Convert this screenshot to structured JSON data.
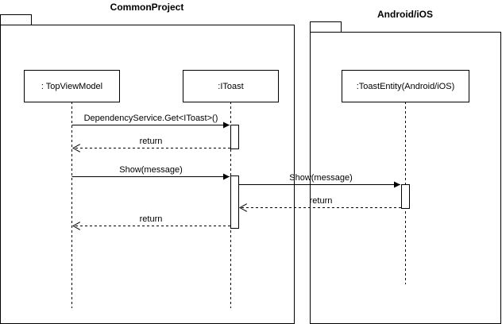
{
  "packages": [
    {
      "id": "common",
      "title": "CommonProject"
    },
    {
      "id": "platform",
      "title": "Android/iOS"
    }
  ],
  "participants": [
    {
      "id": "vm",
      "label": ": TopViewModel"
    },
    {
      "id": "itoast",
      "label": ":IToast"
    },
    {
      "id": "toast",
      "label": ":ToastEntity(Android/iOS)"
    }
  ],
  "messages": [
    {
      "id": "m1",
      "from": "vm",
      "to": "itoast",
      "kind": "sync",
      "label": "DependencyService.Get<IToast>()"
    },
    {
      "id": "m2",
      "from": "itoast",
      "to": "vm",
      "kind": "return",
      "label": "return"
    },
    {
      "id": "m3",
      "from": "vm",
      "to": "itoast",
      "kind": "sync",
      "label": "Show(message)"
    },
    {
      "id": "m4",
      "from": "itoast",
      "to": "toast",
      "kind": "sync",
      "label": "Show(message)"
    },
    {
      "id": "m5",
      "from": "toast",
      "to": "itoast",
      "kind": "return",
      "label": "return"
    },
    {
      "id": "m6",
      "from": "itoast",
      "to": "vm",
      "kind": "return",
      "label": "return"
    }
  ]
}
